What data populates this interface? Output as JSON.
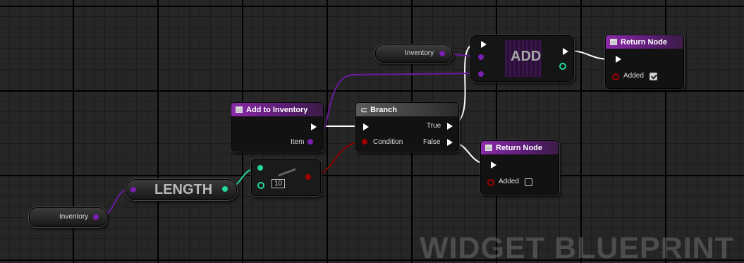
{
  "watermark": "WIDGET BLUEPRINT",
  "colors": {
    "object_pin": "#7a1fb0",
    "integer_pin": "#20d8a0",
    "boolean_pin": "#a00000",
    "exec_pin": "#ffffff",
    "function_header": "#8a2aa8",
    "branch_header": "#5b5b5b"
  },
  "nodes": {
    "add_to_inventory": {
      "title": "Add to Inventory",
      "item_pin": "Item"
    },
    "branch": {
      "title": "Branch",
      "condition_pin": "Condition",
      "true_pin": "True",
      "false_pin": "False"
    },
    "add": {
      "title": "ADD"
    },
    "length": {
      "title": "LENGTH"
    },
    "compare": {
      "value": "10"
    },
    "return_true": {
      "title": "Return Node",
      "pin": "Added",
      "checked": true
    },
    "return_false": {
      "title": "Return Node",
      "pin": "Added",
      "checked": false
    },
    "inventory_top": {
      "label": "Inventory"
    },
    "inventory_bottom": {
      "label": "Inventory"
    }
  }
}
